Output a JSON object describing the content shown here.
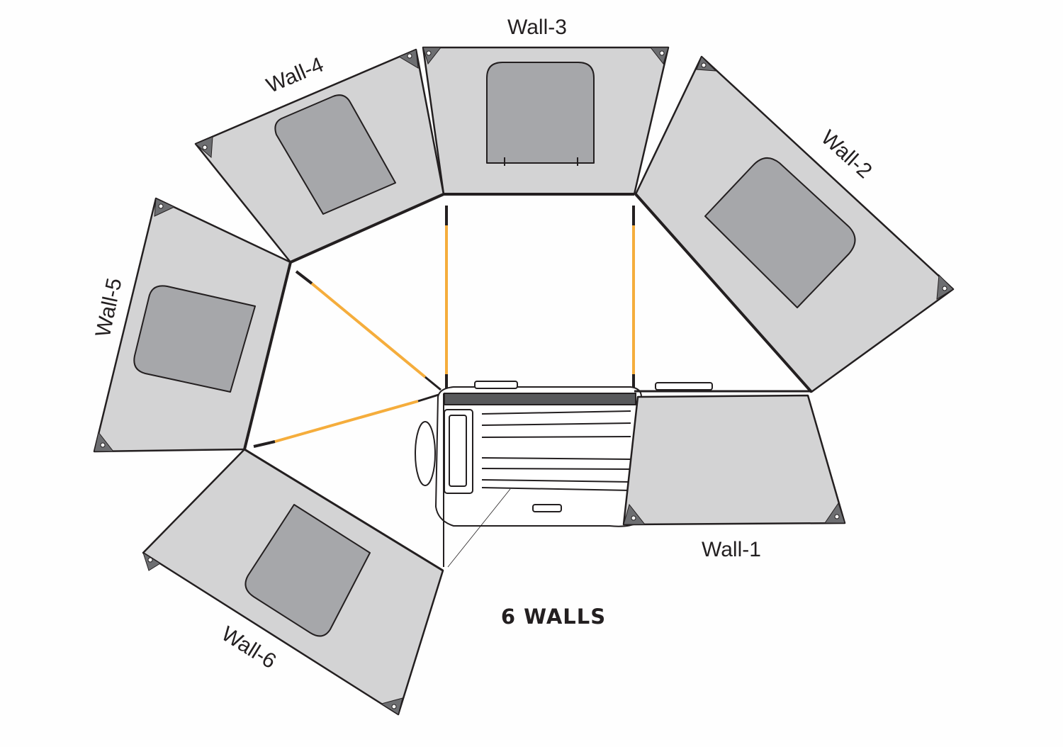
{
  "title": "6 WALLS",
  "walls": [
    {
      "label": "Wall-1"
    },
    {
      "label": "Wall-2"
    },
    {
      "label": "Wall-3"
    },
    {
      "label": "Wall-4"
    },
    {
      "label": "Wall-5"
    },
    {
      "label": "Wall-6"
    }
  ],
  "colors": {
    "pole": "#f5ad3c",
    "panel": "#d3d3d4",
    "window": "#a6a7aa"
  }
}
